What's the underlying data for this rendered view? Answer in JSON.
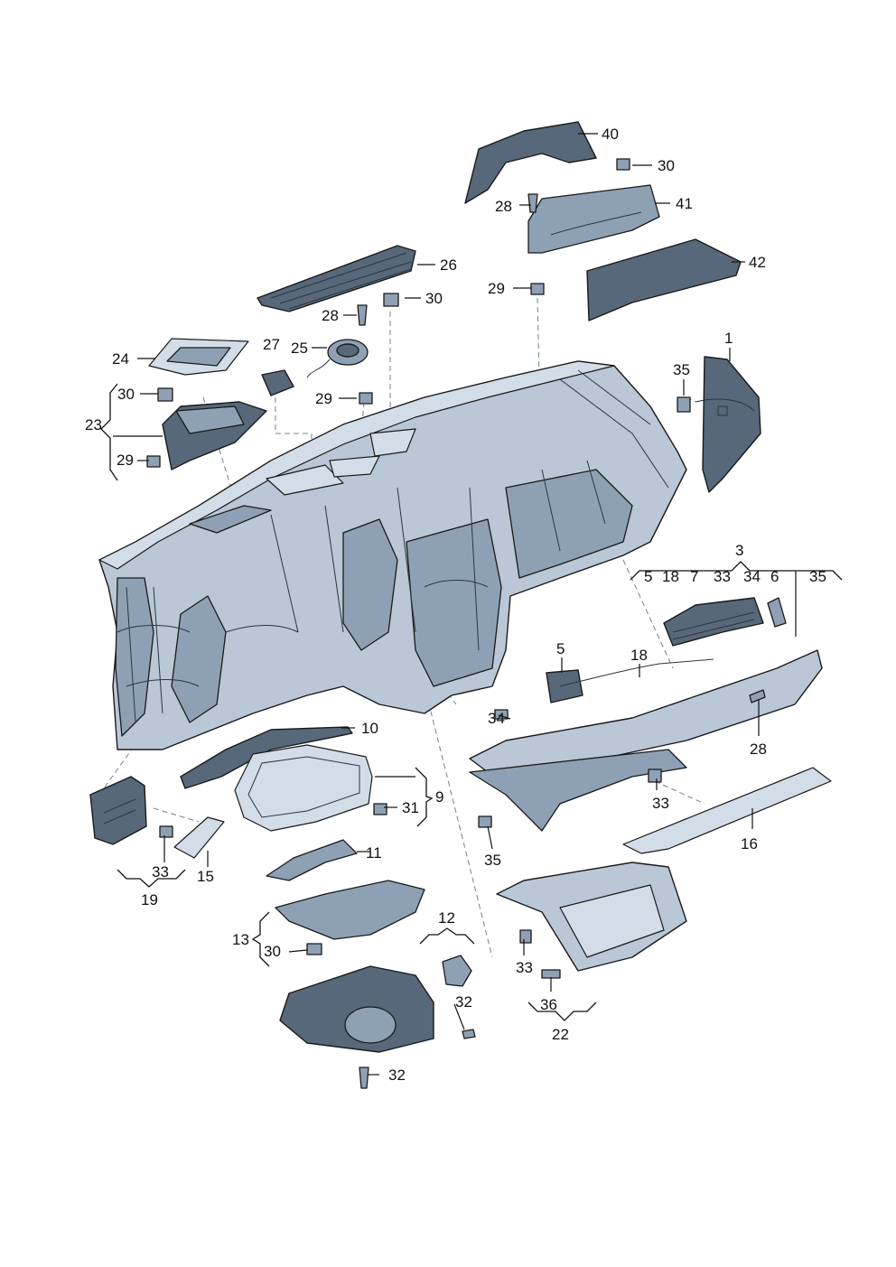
{
  "callouts": {
    "c1": "1",
    "c3": "3",
    "c5": "5",
    "c5b": "5",
    "c6": "6",
    "c7": "7",
    "c9": "9",
    "c10": "10",
    "c11": "11",
    "c12": "12",
    "c13": "13",
    "c15": "15",
    "c16": "16",
    "c18": "18",
    "c18b": "18",
    "c19": "19",
    "c22": "22",
    "c23": "23",
    "c24": "24",
    "c25": "25",
    "c26": "26",
    "c27": "27",
    "c28a": "28",
    "c28b": "28",
    "c28c": "28",
    "c29a": "29",
    "c29b": "29",
    "c29c": "29",
    "c30a": "30",
    "c30b": "30",
    "c30c": "30",
    "c30d": "30",
    "c31": "31",
    "c32a": "32",
    "c32b": "32",
    "c33a": "33",
    "c33b": "33",
    "c33c": "33",
    "c33d": "33",
    "c34a": "34",
    "c34b": "34",
    "c35a": "35",
    "c35b": "35",
    "c35c": "35",
    "c36": "36",
    "c40": "40",
    "c41": "41",
    "c42": "42"
  },
  "colors": {
    "part_fill": "#b9c7d6",
    "part_light": "#d3dde8",
    "part_dark": "#566879",
    "outline": "#1a1a1a"
  }
}
